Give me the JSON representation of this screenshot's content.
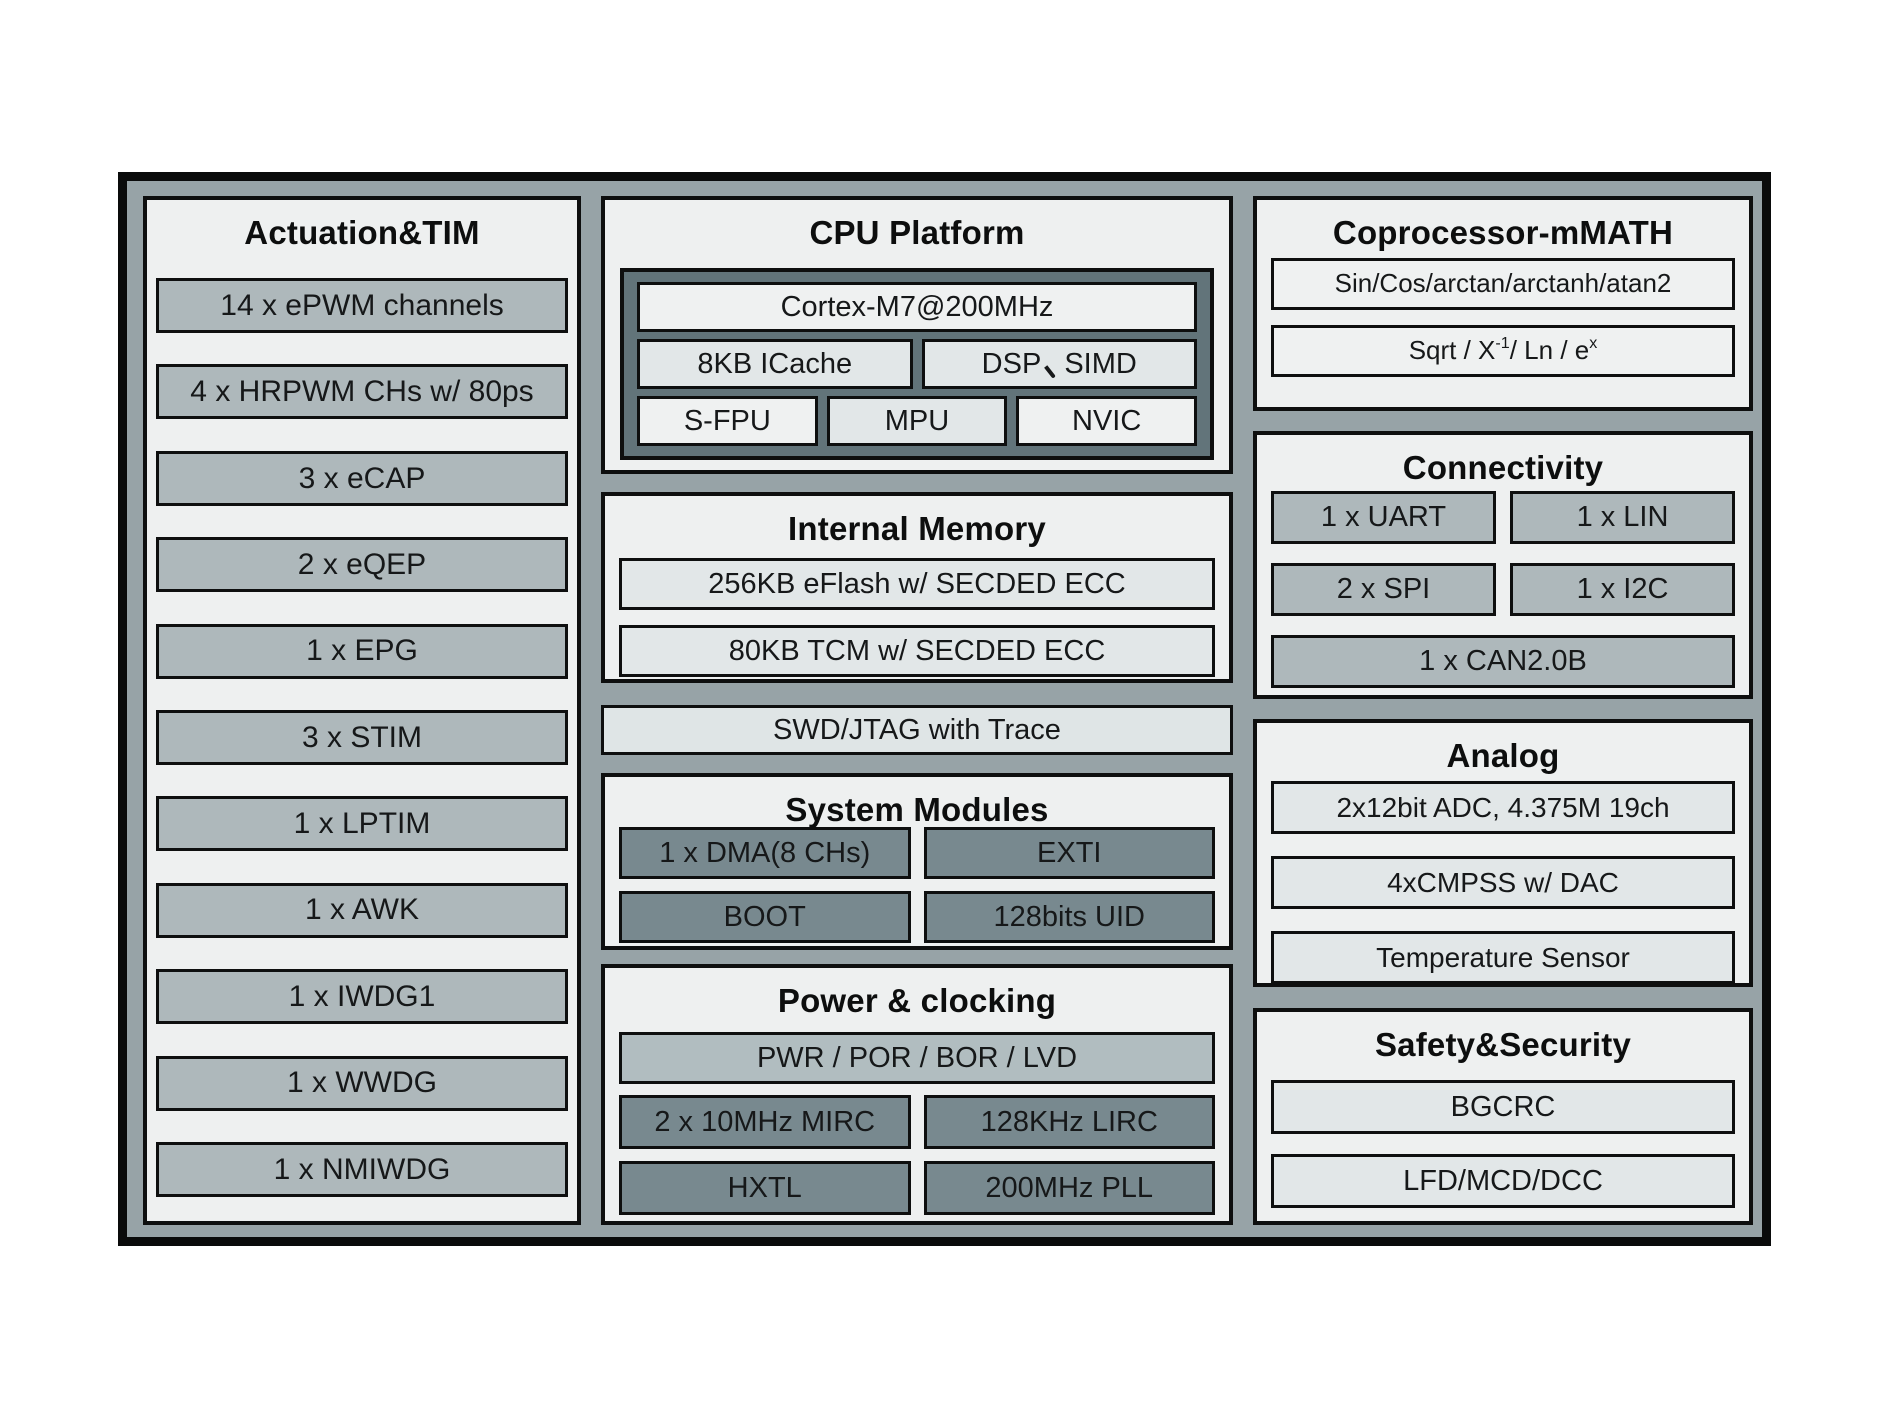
{
  "palette": {
    "frame_fill": "#97a3a7",
    "panel_fill": "#eef0f0",
    "mid_box": "#aeb8bb",
    "dark_box": "#78898f",
    "light_box": "#e2e7e8",
    "lighter_box": "#eff1f1",
    "cpu_container": "#62747a",
    "power_bar": "#b1bdc0",
    "border": "#0e0f0f"
  },
  "diagram": {
    "actuation": {
      "title": "Actuation&TIM",
      "items": [
        "14 x ePWM channels",
        "4 x HRPWM CHs w/ 80ps",
        "3 x eCAP",
        "2 x eQEP",
        "1 x EPG",
        "3 x STIM",
        "1 x LPTIM",
        "1 x AWK",
        "1 x IWDG1",
        "1 x WWDG",
        "1 x NMIWDG"
      ]
    },
    "cpu": {
      "title": "CPU Platform",
      "core": "Cortex-M7@200MHz",
      "icache": "8KB ICache",
      "dsp_simd_label": "DSP、SIMD",
      "dsp_simd_parts": [
        "DSP",
        "SIMD"
      ],
      "row3": [
        "S-FPU",
        "MPU",
        "NVIC"
      ]
    },
    "memory": {
      "title": "Internal Memory",
      "items": [
        "256KB eFlash w/ SECDED ECC",
        "80KB TCM w/ SECDED ECC"
      ]
    },
    "debug": {
      "label": "SWD/JTAG with Trace"
    },
    "system": {
      "title": "System Modules",
      "items": [
        "1 x DMA(8 CHs)",
        "EXTI",
        "BOOT",
        "128bits UID"
      ]
    },
    "power": {
      "title": "Power & clocking",
      "bar": "PWR / POR / BOR / LVD",
      "items": [
        "2 x 10MHz MIRC",
        "128KHz LIRC",
        "HXTL",
        "200MHz PLL"
      ]
    },
    "coprocessor": {
      "title": "Coprocessor-mMATH",
      "item1": "Sin/Cos/arctan/arctanh/atan2",
      "item2_label": "Sqrt / X⁻¹ / Ln / eˣ",
      "item2_parts": [
        "Sqrt / X",
        "-1",
        " / Ln / e",
        "x"
      ]
    },
    "connectivity": {
      "title": "Connectivity",
      "items": [
        "1 x UART",
        "1 x LIN",
        "2 x SPI",
        "1 x I2C"
      ],
      "wide": "1 x CAN2.0B"
    },
    "analog": {
      "title": "Analog",
      "items": [
        "2x12bit ADC, 4.375M 19ch",
        "4xCMPSS w/ DAC",
        "Temperature Sensor"
      ]
    },
    "safety": {
      "title": "Safety&Security",
      "items": [
        "BGCRC",
        "LFD/MCD/DCC"
      ]
    }
  }
}
